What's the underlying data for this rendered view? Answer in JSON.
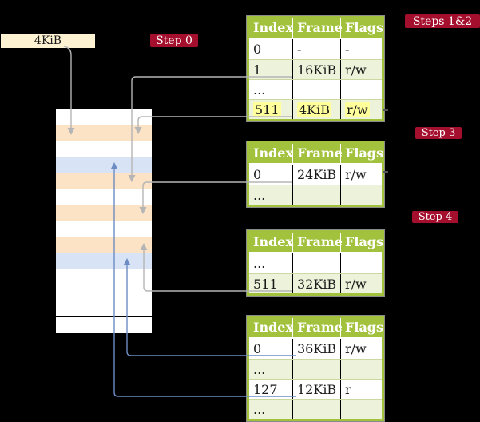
{
  "palette": {
    "background": "#000000",
    "header-green": "#a2c13c",
    "row-green": "#edf2da",
    "cell-orange": "#fce3c6",
    "cell-blue": "#d8e4f5",
    "box-cream": "#fdf3d2",
    "badge-red": "#a50f2e",
    "hl-yellow": "#ffff9c",
    "line-gray": "#b5b5b5",
    "line-blue": "#6d8cc3",
    "row-divider": "#ccd8a2",
    "tick-gray": "#9a9a9a"
  },
  "page_size_box": {
    "label": "4KiB"
  },
  "badges": {
    "step0": "Step 0",
    "steps12": "Steps 1&2",
    "step3": "Step 3",
    "step4": "Step 4"
  },
  "memory_column": {
    "rows": [
      "white",
      "orange",
      "white",
      "blue",
      "orange",
      "white",
      "orange",
      "white",
      "orange",
      "blue",
      "white",
      "white",
      "white",
      "white"
    ],
    "tick_boundaries": [
      0,
      1,
      2,
      4,
      6,
      8
    ]
  },
  "page_tables": [
    {
      "name": "steps-1-2",
      "headers": [
        "Index",
        "Frame",
        "Flags"
      ],
      "rows": [
        {
          "cells": [
            "0",
            "-",
            "-"
          ],
          "shaded": false,
          "highlighted": false
        },
        {
          "cells": [
            "1",
            "16KiB",
            "r/w"
          ],
          "shaded": true,
          "highlighted": false
        },
        {
          "cells": [
            "...",
            "",
            ""
          ],
          "shaded": false,
          "highlighted": false
        },
        {
          "cells": [
            "511",
            "4KiB",
            "r/w"
          ],
          "shaded": true,
          "highlighted": true
        }
      ]
    },
    {
      "name": "step-3",
      "headers": [
        "Index",
        "Frame",
        "Flags"
      ],
      "rows": [
        {
          "cells": [
            "0",
            "24KiB",
            "r/w"
          ],
          "shaded": false,
          "highlighted": false
        },
        {
          "cells": [
            "...",
            "",
            ""
          ],
          "shaded": true,
          "highlighted": false
        }
      ]
    },
    {
      "name": "step-4-upper",
      "headers": [
        "Index",
        "Frame",
        "Flags"
      ],
      "rows": [
        {
          "cells": [
            "...",
            "",
            ""
          ],
          "shaded": false,
          "highlighted": false
        },
        {
          "cells": [
            "511",
            "32KiB",
            "r/w"
          ],
          "shaded": true,
          "highlighted": false
        }
      ]
    },
    {
      "name": "step-4-lower",
      "headers": [
        "Index",
        "Frame",
        "Flags"
      ],
      "rows": [
        {
          "cells": [
            "0",
            "36KiB",
            "r/w"
          ],
          "shaded": false,
          "highlighted": false
        },
        {
          "cells": [
            "...",
            "",
            ""
          ],
          "shaded": true,
          "highlighted": false
        },
        {
          "cells": [
            "127",
            "12KiB",
            "r"
          ],
          "shaded": false,
          "highlighted": false
        },
        {
          "cells": [
            "...",
            "",
            ""
          ],
          "shaded": true,
          "highlighted": false
        }
      ]
    }
  ],
  "connectors": [
    {
      "id": "box-4kib-to-frame-4kib",
      "color": "gray",
      "direction": "down"
    },
    {
      "id": "table1-entry-1-to-frame-16kib",
      "color": "gray",
      "direction": "down"
    },
    {
      "id": "table1-entry-511-to-frame-4kib",
      "color": "gray",
      "direction": "down"
    },
    {
      "id": "table2-entry-0-to-frame-24kib",
      "color": "gray",
      "direction": "down"
    },
    {
      "id": "table3-entry-511-to-frame-32kib",
      "color": "gray",
      "direction": "up"
    },
    {
      "id": "table4-entry-0-to-frame-36kib",
      "color": "blue",
      "direction": "up"
    },
    {
      "id": "table4-entry-127-to-frame-12kib",
      "color": "blue",
      "direction": "up"
    }
  ]
}
